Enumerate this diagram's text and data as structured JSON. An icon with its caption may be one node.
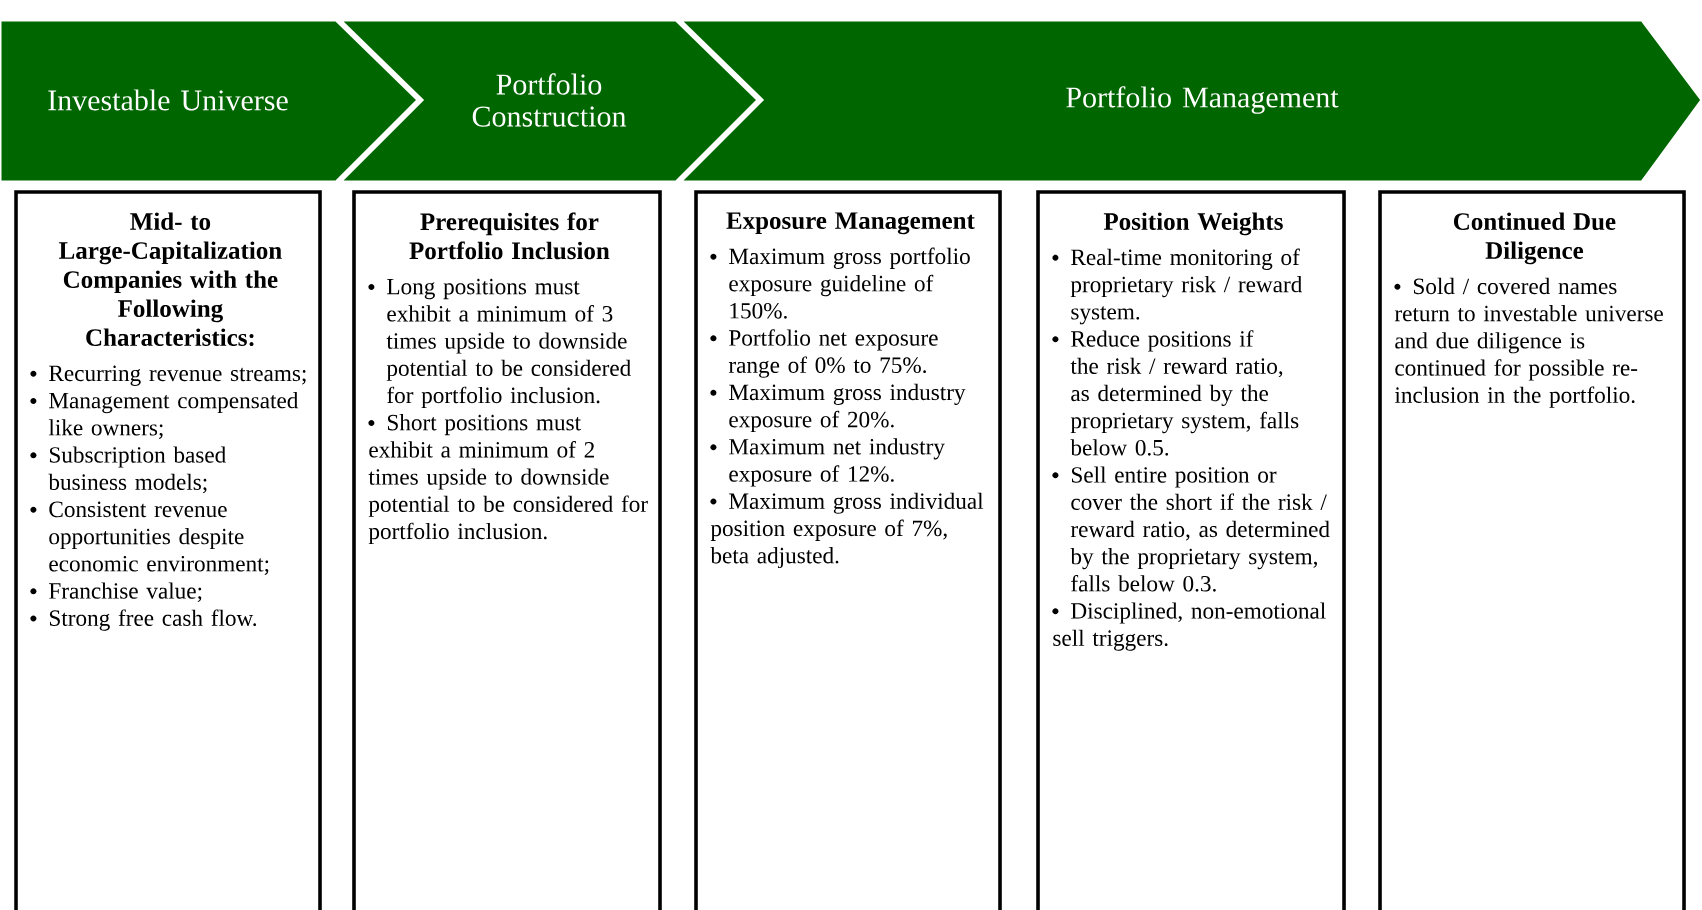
{
  "diagram": {
    "nodes": [
      {
        "text": [
          "Investable Universe"
        ]
      },
      {
        "text": [
          "Portfolio Construction"
        ]
      },
      {
        "text": [
          "Portfolio Management"
        ]
      },
      {
        "text": [
          "Mid- to Large-Capitalization Companies with the Following Characteristics:",
          "Recurring revenue streams;",
          "Management compensated like owners;",
          "Subscription based business models;",
          "Consistent revenue opportunities despite economic environment;",
          "Franchise value;",
          "Strong free cash flow."
        ]
      },
      {
        "text": [
          "Prerequisites for Portfolio Inclusion",
          "Long positions must exhibit a minimum of 3 times upside to downside potential to be considered for portfolio inclusion.",
          "Short positions must exhibit a minimum of 2 times upside to downside potential to be considered for portfolio inclusion."
        ]
      },
      {
        "text": [
          "Exposure Management",
          "Maximum gross portfolio exposure guideline of 150%.",
          "Portfolio net exposure range of 0% to 75%.",
          "Maximum gross industry exposure of 20%.",
          "Maximum net industry exposure of 12%.",
          "Maximum gross individual position exposure of 7%, beta adjusted."
        ]
      },
      {
        "text": [
          "Position Weights",
          "Real-time monitoring of proprietary risk / reward system.",
          "Reduce positions if the risk / reward ratio, as determined by the proprietary system, falls below 0.5.",
          "Sell entire position or cover the short if the risk / reward ratio, as determined by the proprietary system, falls below 0.3.",
          "Disciplined, non-emotional sell triggers."
        ]
      },
      {
        "text": [
          "Continued Due Diligence",
          "Sold / covered names return to investable universe and due diligence is continued for possible re-inclusion in the portfolio."
        ]
      }
    ]
  }
}
